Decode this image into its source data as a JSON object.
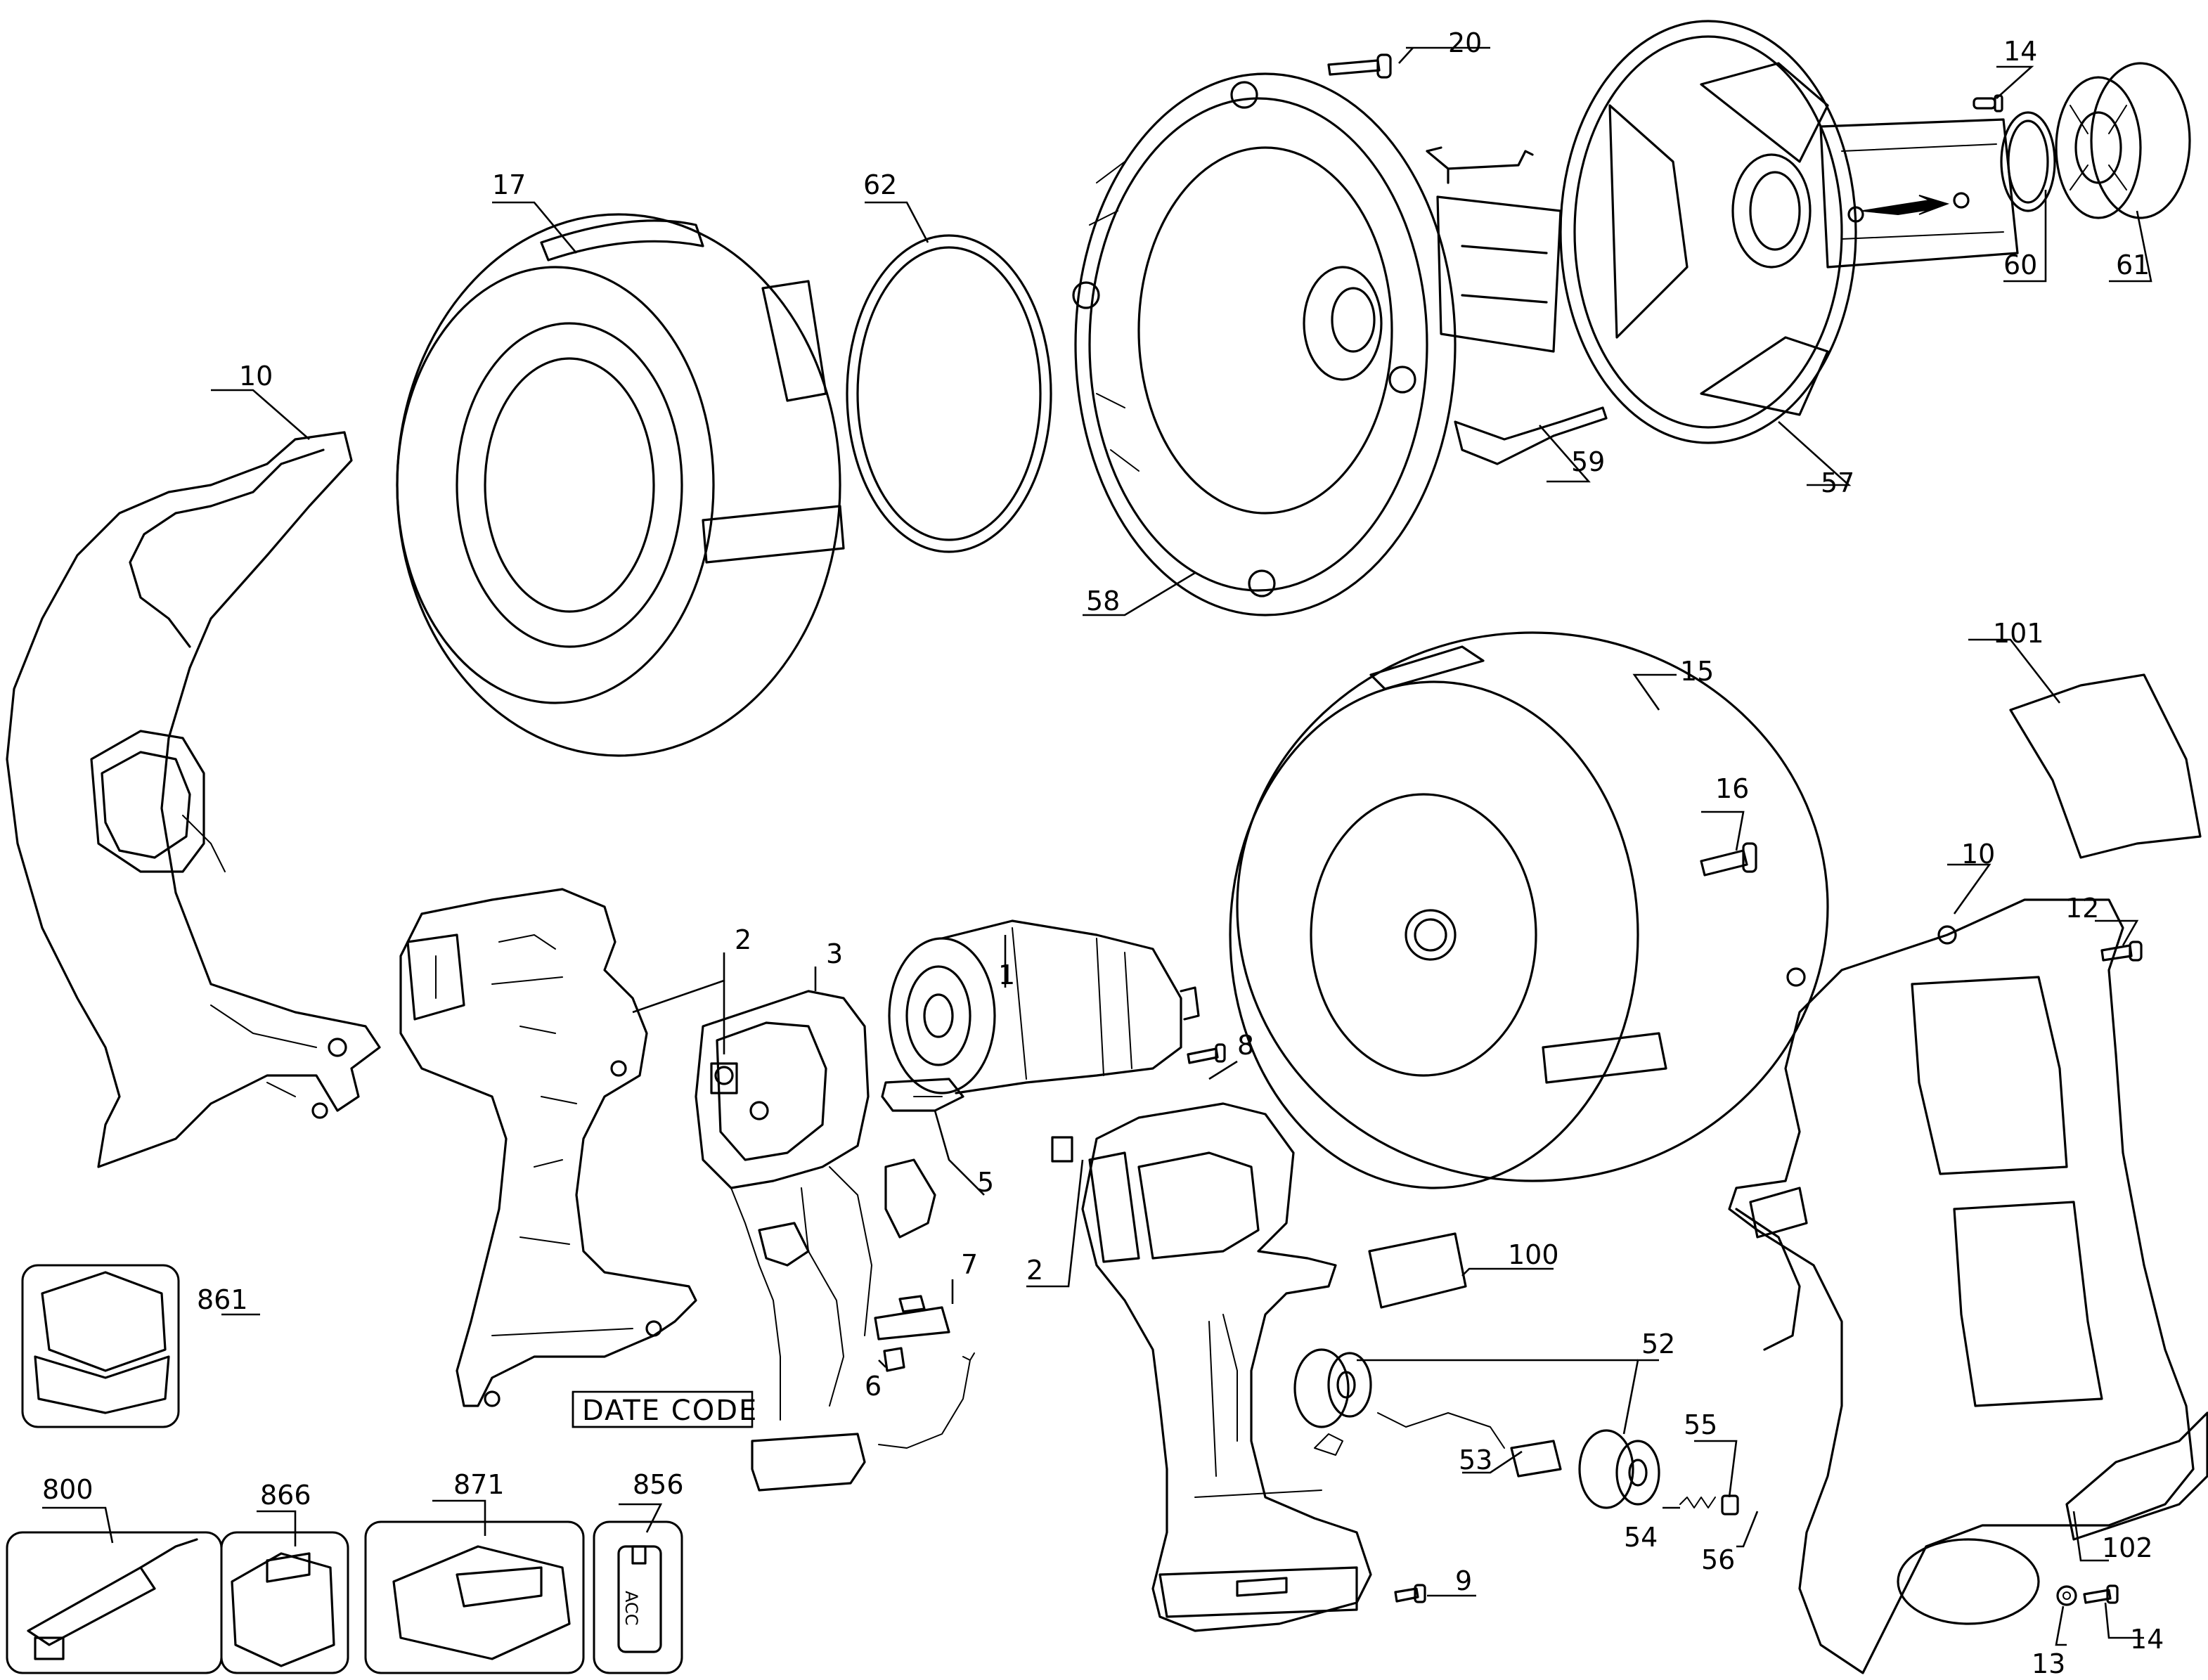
{
  "callouts": {
    "c1": "1",
    "c2a": "2",
    "c2b": "2",
    "c3": "3",
    "c5": "5",
    "c6": "6",
    "c7": "7",
    "c8": "8",
    "c9": "9",
    "c10a": "10",
    "c10b": "10",
    "c12": "12",
    "c13": "13",
    "c14a": "14",
    "c14b": "14",
    "c15": "15",
    "c16": "16",
    "c17": "17",
    "c20": "20",
    "c52": "52",
    "c53": "53",
    "c54": "54",
    "c55": "55",
    "c56": "56",
    "c57": "57",
    "c58": "58",
    "c59": "59",
    "c60": "60",
    "c61": "61",
    "c62": "62",
    "c100": "100",
    "c101": "101",
    "c102": "102",
    "c800": "800",
    "c856": "856",
    "c861": "861",
    "c866": "866",
    "c871": "871"
  },
  "labels": {
    "date_code": "DATE CODE",
    "label_856_text": "ACC"
  }
}
